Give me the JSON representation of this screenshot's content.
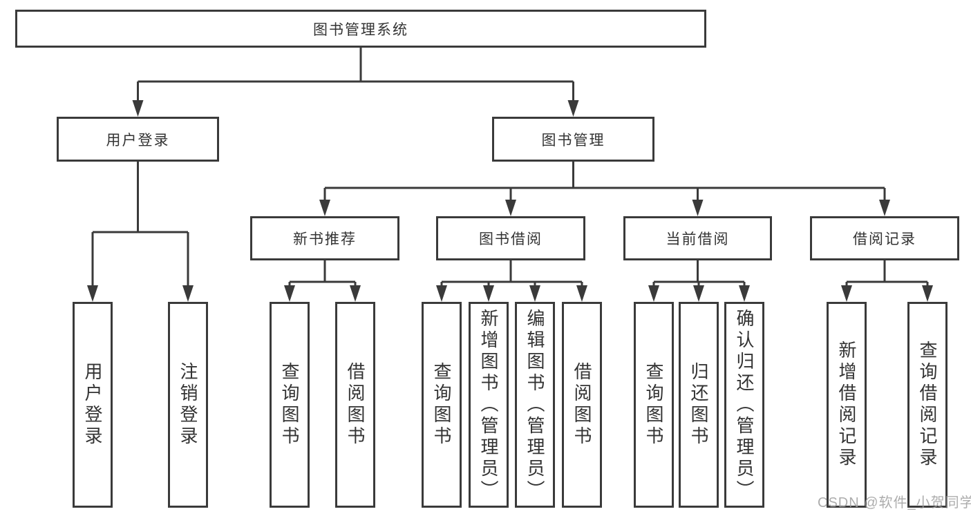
{
  "tree": {
    "root": {
      "label": "图书管理系统",
      "children": [
        {
          "label": "用户登录",
          "children": [
            {
              "label": "用户登录"
            },
            {
              "label": "注销登录"
            }
          ]
        },
        {
          "label": "图书管理",
          "children": [
            {
              "label": "新书推荐",
              "children": [
                {
                  "label": "查询图书"
                },
                {
                  "label": "借阅图书"
                }
              ]
            },
            {
              "label": "图书借阅",
              "children": [
                {
                  "label": "查询图书"
                },
                {
                  "label": "新增图书（管理员）"
                },
                {
                  "label": "编辑图书（管理员）"
                },
                {
                  "label": "借阅图书"
                }
              ]
            },
            {
              "label": "当前借阅",
              "children": [
                {
                  "label": "查询图书"
                },
                {
                  "label": "归还图书"
                },
                {
                  "label": "确认归还（管理员）"
                }
              ]
            },
            {
              "label": "借阅记录",
              "children": [
                {
                  "label": "新增借阅记录"
                },
                {
                  "label": "查询借阅记录"
                }
              ]
            }
          ]
        }
      ]
    }
  },
  "watermark": {
    "text": "CSDN @软件_小贺同学"
  },
  "colors": {
    "line": "#3a3a3a",
    "text": "#333333",
    "background": "#ffffff",
    "watermark": "#9e9e9e"
  }
}
